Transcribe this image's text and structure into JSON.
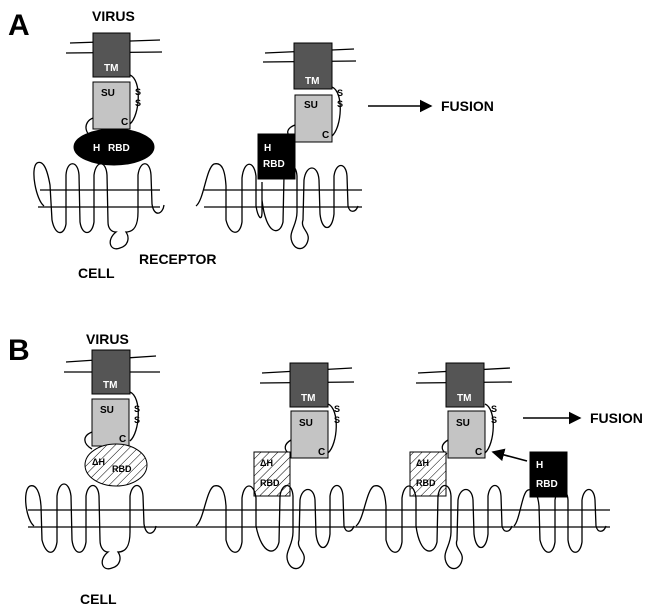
{
  "panel_a": {
    "label": "A",
    "virus_label": "VIRUS",
    "cell_label": "CELL",
    "receptor_label": "RECEPTOR",
    "fusion_label": "FUSION",
    "tm": "TM",
    "su": "SU",
    "c": "C",
    "s": "S",
    "h": "H",
    "rbd": "RBD"
  },
  "panel_b": {
    "label": "B",
    "virus_label": "VIRUS",
    "cell_label": "CELL",
    "fusion_label": "FUSION",
    "tm": "TM",
    "su": "SU",
    "c": "C",
    "s": "S",
    "h": "H",
    "delta_h": "ΔH",
    "rbd": "RBD"
  },
  "colors": {
    "tm_fill": "#555555",
    "su_fill": "#c4c4c4",
    "rbd_fill": "#000000",
    "hatch": "#000000"
  }
}
